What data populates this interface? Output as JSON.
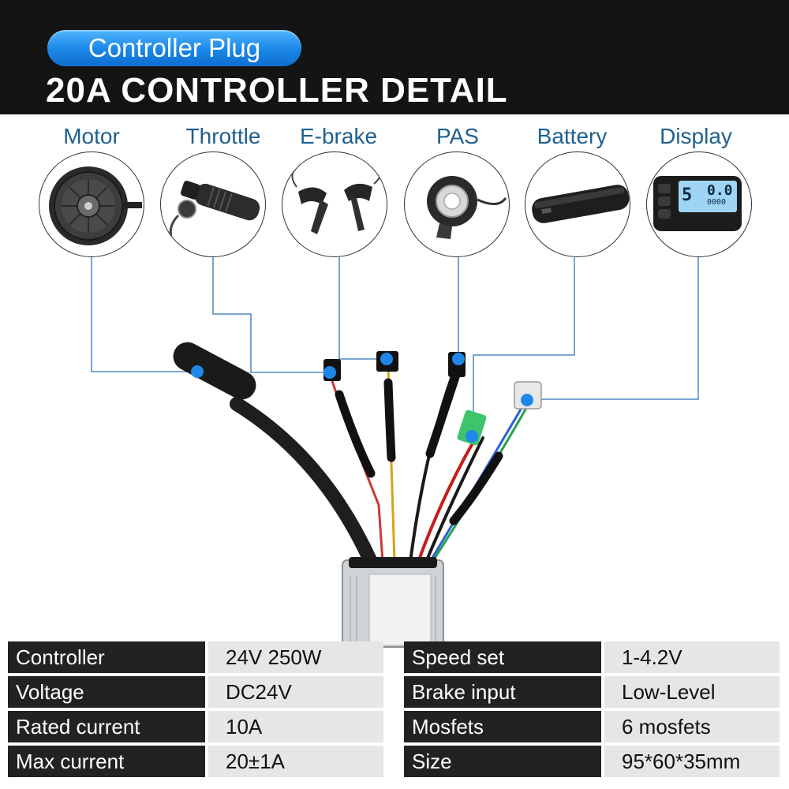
{
  "header": {
    "badge": "Controller Plug",
    "title": "20A CONTROLLER DETAIL"
  },
  "components": [
    {
      "label": "Motor",
      "icon": "motor-hub-icon"
    },
    {
      "label": "Throttle",
      "icon": "throttle-grip-icon"
    },
    {
      "label": "E-brake",
      "icon": "brake-lever-icon"
    },
    {
      "label": "PAS",
      "icon": "pas-sensor-icon"
    },
    {
      "label": "Battery",
      "icon": "battery-pack-icon"
    },
    {
      "label": "Display",
      "icon": "lcd-display-icon"
    }
  ],
  "display_screen": {
    "level": "5",
    "readout": "0.0",
    "odo": "0000"
  },
  "colors": {
    "accent": "#1f87e8",
    "label_blue": "#1f5f8f",
    "header_bg": "#141414"
  },
  "specs_left": [
    {
      "key": "Controller",
      "value": "24V 250W"
    },
    {
      "key": "Voltage",
      "value": "DC24V"
    },
    {
      "key": "Rated current",
      "value": "10A"
    },
    {
      "key": "Max current",
      "value": "20±1A"
    }
  ],
  "specs_right": [
    {
      "key": "Speed set",
      "value": "1-4.2V"
    },
    {
      "key": "Brake input",
      "value": "Low-Level"
    },
    {
      "key": "Mosfets",
      "value": "6 mosfets"
    },
    {
      "key": "Size",
      "value": "95*60*35mm"
    }
  ]
}
